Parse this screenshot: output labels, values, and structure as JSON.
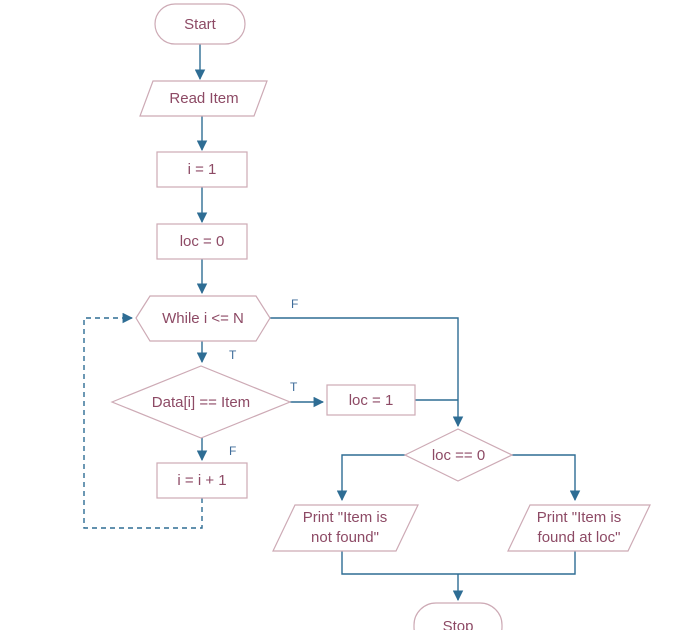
{
  "diagram": {
    "description": "Linear search algorithm flowchart",
    "colors": {
      "connector": "#2e6d94",
      "shape_border": "#cdaab5",
      "shape_text": "#8d4a65",
      "branch_label_text": "#3d6b99",
      "background": "#ffffff"
    },
    "nodes": {
      "start": {
        "type": "terminator",
        "label": "Start"
      },
      "read_item": {
        "type": "input-output",
        "label": "Read Item"
      },
      "init_i": {
        "type": "process",
        "label": "i = 1"
      },
      "init_loc": {
        "type": "process",
        "label": "loc = 0"
      },
      "while_loop": {
        "type": "decision",
        "label": "While i <= N"
      },
      "compare": {
        "type": "decision",
        "label": "Data[i] == Item"
      },
      "set_loc": {
        "type": "process",
        "label": "loc = 1"
      },
      "increment": {
        "type": "process",
        "label": "i = i + 1"
      },
      "check_loc": {
        "type": "decision",
        "label": "loc == 0"
      },
      "print_not_found": {
        "type": "input-output",
        "label_line1": "Print \"Item is",
        "label_line2": "not found\""
      },
      "print_found": {
        "type": "input-output",
        "label_line1": "Print \"Item is",
        "label_line2": "found at loc\""
      },
      "stop": {
        "type": "terminator",
        "label": "Stop"
      }
    },
    "branch_labels": {
      "while_false": "F",
      "while_true": "T",
      "compare_true": "T",
      "compare_false": "F"
    }
  }
}
